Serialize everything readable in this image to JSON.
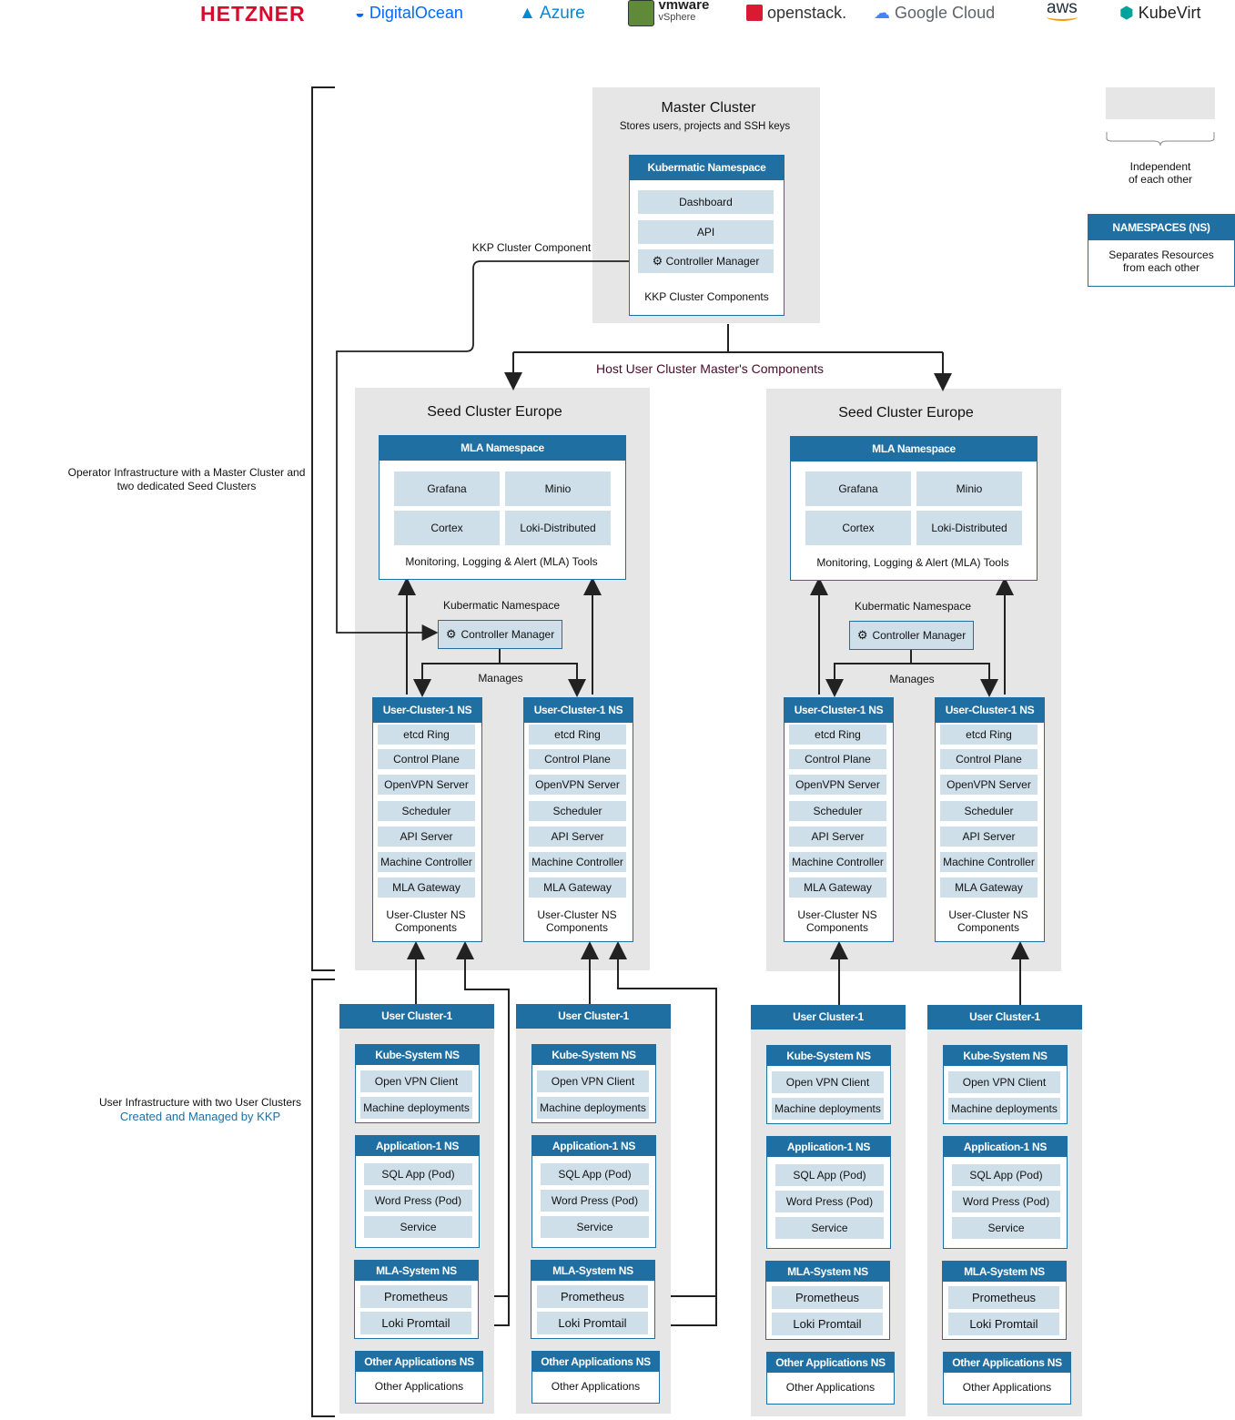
{
  "logos": {
    "hetzner": "HETZNER",
    "digitalocean": "DigitalOcean",
    "azure": "Azure",
    "vmware": "vmware",
    "vsphere": "vSphere",
    "openstack": "openstack.",
    "googlecloud": "Google Cloud",
    "aws": "aws",
    "kubevirt": "KubeVirt"
  },
  "legend": {
    "independent": "Independent of each other",
    "ns_title": "NAMESPACES (NS)",
    "ns_desc": "Separates Resources from each other"
  },
  "side": {
    "operator": "Operator Infrastructure with a Master Cluster and two dedicated Seed Clusters",
    "user_line1": "User Infrastructure with two User Clusters",
    "user_line2": "Created and Managed by KKP"
  },
  "master": {
    "title": "Master Cluster",
    "subtitle": "Stores users, projects and SSH keys",
    "ns_title": "Kubermatic Namespace",
    "items": [
      "Dashboard",
      "API",
      "Controller Manager"
    ],
    "footer": "KKP Cluster Components"
  },
  "connectors": {
    "kkp_component": "KKP Cluster Component",
    "host": "Host User Cluster Master's Components",
    "manages": "Manages"
  },
  "seed": {
    "title": "Seed Cluster Europe",
    "mla_ns": "MLA Namespace",
    "mla_items": [
      "Grafana",
      "Minio",
      "Cortex",
      "Loki-Distributed"
    ],
    "mla_footer": "Monitoring, Logging & Alert (MLA) Tools",
    "kube_ns": "Kubermatic Namespace",
    "controller": "Controller Manager",
    "uc_ns_title": "User-Cluster-1 NS",
    "uc_items": [
      "etcd Ring",
      "Control Plane",
      "OpenVPN Server",
      "Scheduler",
      "API Server",
      "Machine Controller",
      "MLA Gateway"
    ],
    "uc_footer": "User-Cluster NS Components"
  },
  "user": {
    "title": "User Cluster-1",
    "kube_ns": "Kube-System NS",
    "kube_items": [
      "Open VPN Client",
      "Machine deployments"
    ],
    "app_ns": "Application-1 NS",
    "app_items": [
      "SQL App (Pod)",
      "Word Press (Pod)",
      "Service"
    ],
    "mla_ns": "MLA-System NS",
    "mla_items": [
      "Prometheus",
      "Loki Promtail"
    ],
    "other_ns": "Other Applications NS",
    "other_item": "Other Applications"
  }
}
